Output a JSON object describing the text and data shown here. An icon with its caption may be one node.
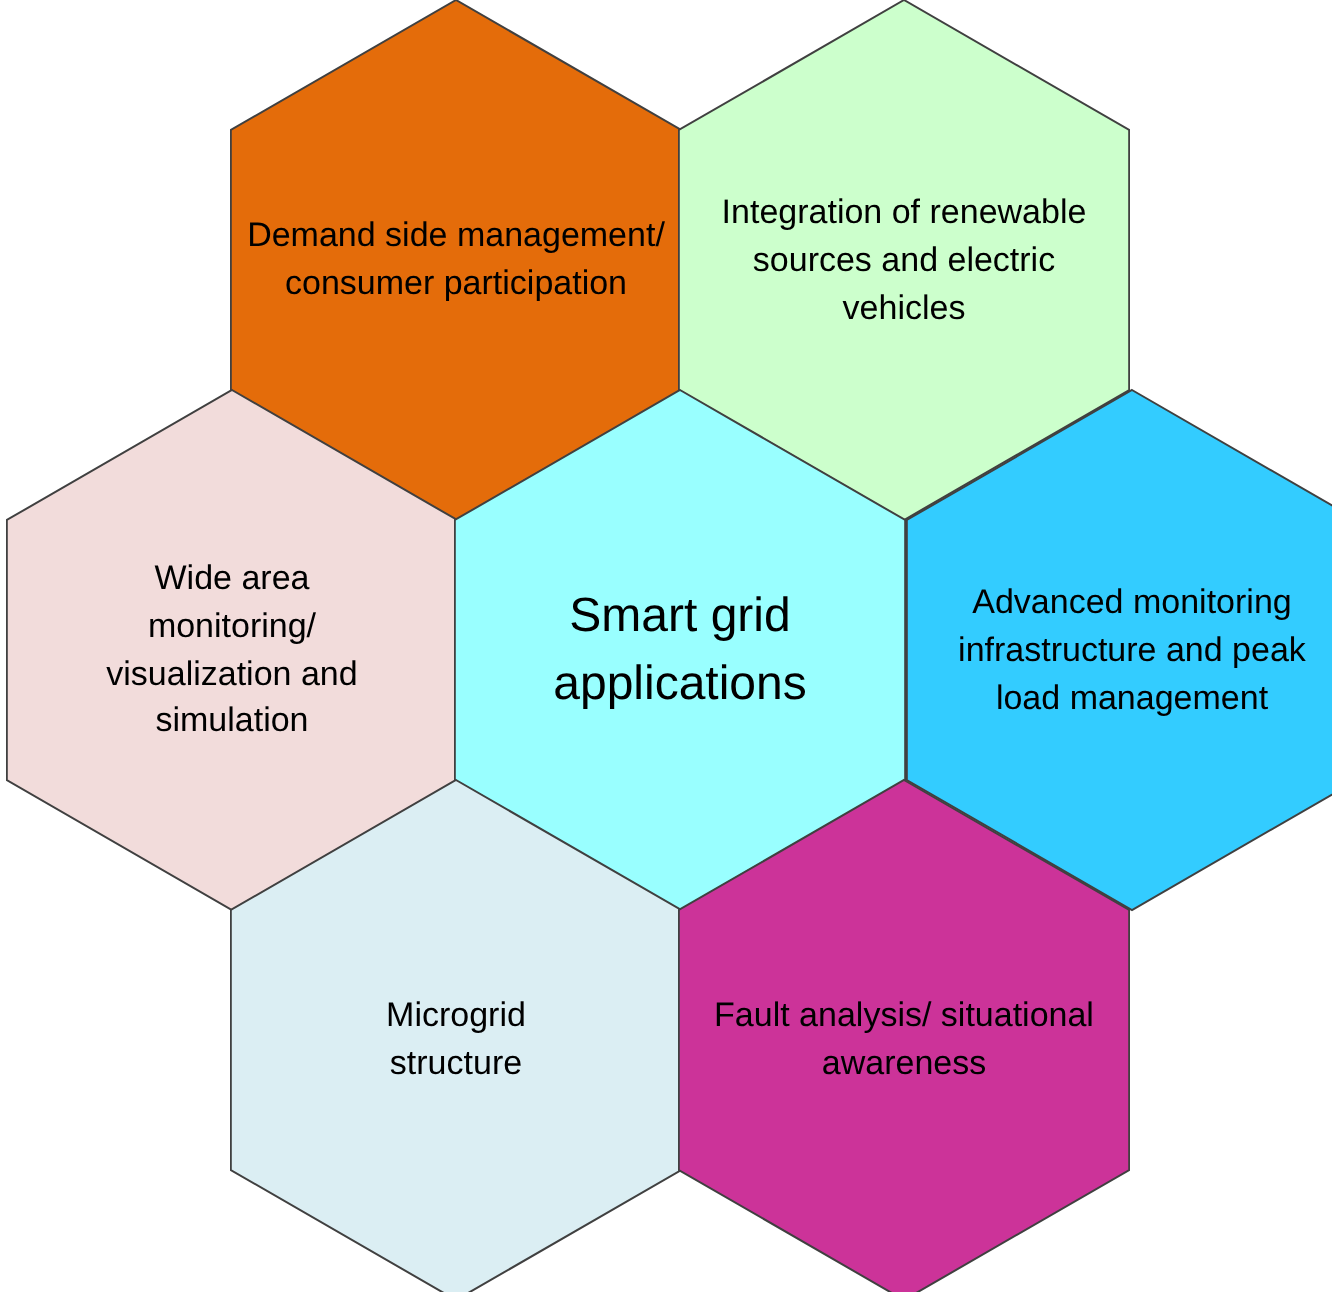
{
  "diagram": {
    "nodes": [
      {
        "text": [
          "Demand side management/ consumer participation"
        ]
      },
      {
        "text": [
          "Integration of renewable sources and electric vehicles"
        ]
      },
      {
        "text": [
          "Wide area monitoring/ visualization and simulation"
        ]
      },
      {
        "text": [
          "Smart grid applications"
        ]
      },
      {
        "text": [
          "Advanced monitoring infrastructure and peak load management"
        ]
      },
      {
        "text": [
          "Microgrid structure"
        ]
      },
      {
        "text": [
          "Fault analysis/ situational awareness"
        ]
      }
    ]
  }
}
